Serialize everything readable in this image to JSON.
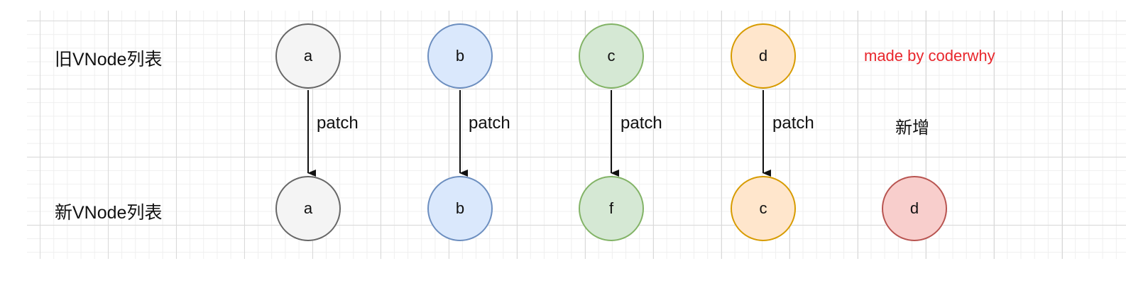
{
  "rows": {
    "old_label": "旧VNode列表",
    "new_label": "新VNode列表"
  },
  "old_nodes": [
    {
      "label": "a",
      "color": "#f4f4f4"
    },
    {
      "label": "b",
      "color": "#dae8fc"
    },
    {
      "label": "c",
      "color": "#d5e8d4"
    },
    {
      "label": "d",
      "color": "#ffe6cc"
    }
  ],
  "new_nodes": [
    {
      "label": "a",
      "color": "#f4f4f4"
    },
    {
      "label": "b",
      "color": "#dae8fc"
    },
    {
      "label": "f",
      "color": "#d5e8d4"
    },
    {
      "label": "c",
      "color": "#ffe6cc"
    },
    {
      "label": "d",
      "color": "#f8cecc"
    }
  ],
  "edges": [
    {
      "label": "patch"
    },
    {
      "label": "patch"
    },
    {
      "label": "patch"
    },
    {
      "label": "patch"
    }
  ],
  "added_label": "新增",
  "credit": "made by coderwhy"
}
